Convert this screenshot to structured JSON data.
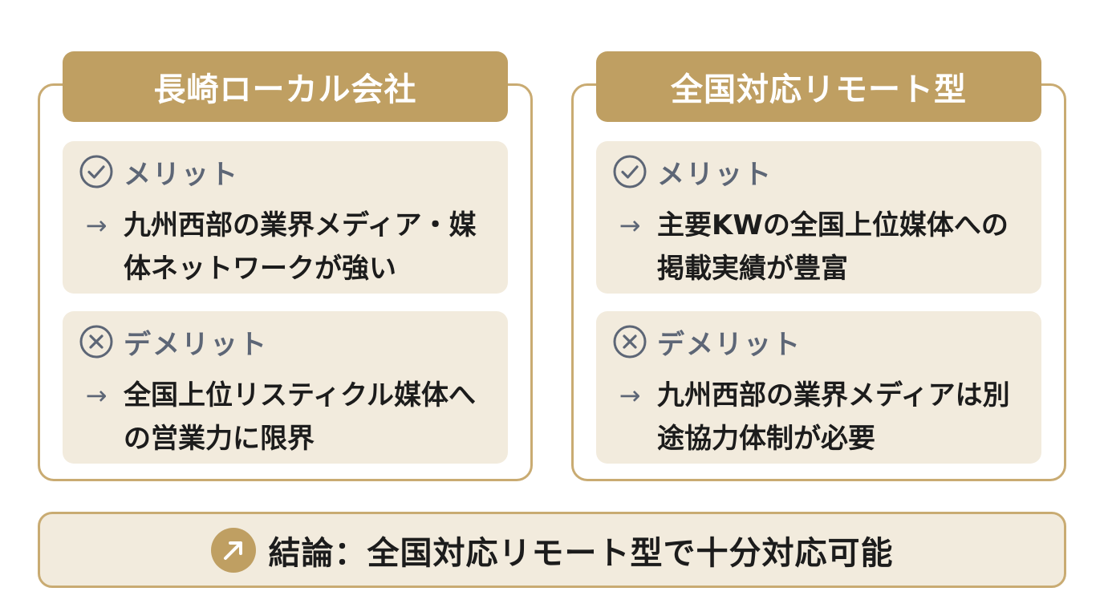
{
  "colors": {
    "gold": "#bf9f62",
    "gold_border": "#c9ab72",
    "box_bg": "#f2ebdd",
    "label_gray": "#5d6676",
    "text_dark": "#1c1c1c"
  },
  "left_panel": {
    "title": "長崎ローカル会社",
    "merit": {
      "icon": "check-circle-icon",
      "label": "メリット",
      "arrow": "→",
      "text": "九州西部の業界メディア・媒体ネットワークが強い"
    },
    "demerit": {
      "icon": "x-circle-icon",
      "label": "デメリット",
      "arrow": "→",
      "text": "全国上位リスティクル媒体への営業力に限界"
    }
  },
  "right_panel": {
    "title": "全国対応リモート型",
    "merit": {
      "icon": "check-circle-icon",
      "label": "メリット",
      "arrow": "→",
      "text": "主要KWの全国上位媒体への掲載実績が豊富"
    },
    "demerit": {
      "icon": "x-circle-icon",
      "label": "デメリット",
      "arrow": "→",
      "text": "九州西部の業界メディアは別途協力体制が必要"
    }
  },
  "conclusion": {
    "icon": "arrow-up-right-icon",
    "text": "結論：全国対応リモート型で十分対応可能"
  }
}
